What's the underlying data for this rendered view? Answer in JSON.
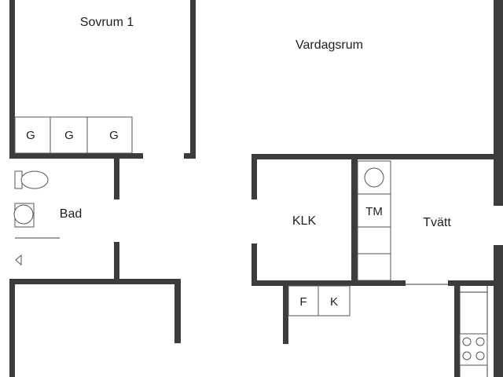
{
  "rooms": {
    "bedroom": "Sovrum 1",
    "living": "Vardagsrum",
    "bath": "Bad",
    "closet": "KLK",
    "laundry": "Tvätt"
  },
  "storage": {
    "wardrobe_1": "G",
    "wardrobe_2": "G",
    "wardrobe_3": "G",
    "dryer": "TM",
    "fridge": "F",
    "freezer": "K"
  },
  "colors": {
    "wall": "#3c3c3c",
    "background": "#ffffff",
    "text": "#1e1e1e"
  }
}
